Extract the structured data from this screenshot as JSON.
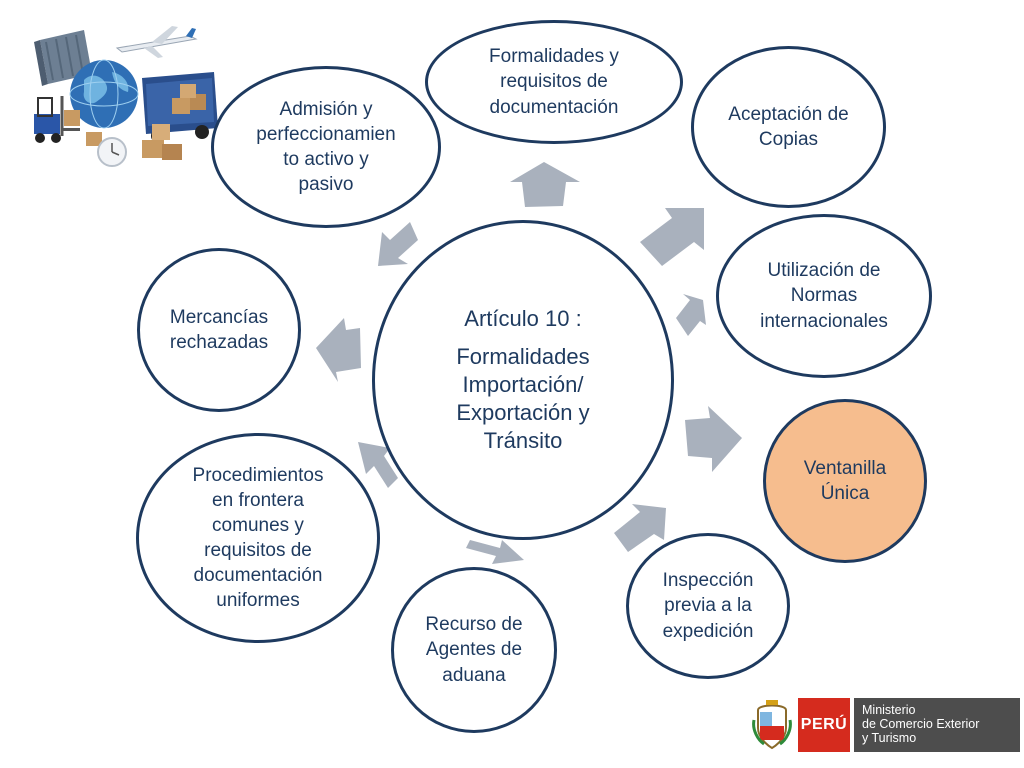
{
  "diagram": {
    "center": {
      "title": "Artículo 10 :",
      "subtitle": "Formalidades\nImportación/\nExportación y\nTránsito"
    },
    "nodes": [
      {
        "label": "Formalidades y\nrequisitos de\ndocumentación"
      },
      {
        "label": "Aceptación de\nCopias"
      },
      {
        "label": "Utilización de\nNormas\ninternacionales"
      },
      {
        "label": "Ventanilla\nÚnica"
      },
      {
        "label": "Inspección\nprevia a la\nexpedición"
      },
      {
        "label": "Recurso de\nAgentes de\naduana"
      },
      {
        "label": "Procedimientos\nen frontera\ncomunes y\nrequisitos de\ndocumentación\nuniformes"
      },
      {
        "label": "Mercancías\nrechazadas"
      },
      {
        "label": "Admisión y\nperfeccionamien\nto activo y\npasivo"
      }
    ]
  },
  "logo": {
    "country": "PERÚ",
    "ministry": "Ministerio\nde Comercio Exterior\ny Turismo"
  },
  "colors": {
    "border": "#1e3a5f",
    "text": "#1e3a5f",
    "highlight": "#f6bd8e",
    "arrow": "#a9b1bd",
    "flag_red": "#d52b1e",
    "ministry_gray": "#4d4d4d"
  },
  "icons": [
    "globe-icon",
    "airplane-icon",
    "truck-icon",
    "forklift-icon",
    "boxes-icon",
    "container-icon",
    "coat-of-arms-icon"
  ]
}
